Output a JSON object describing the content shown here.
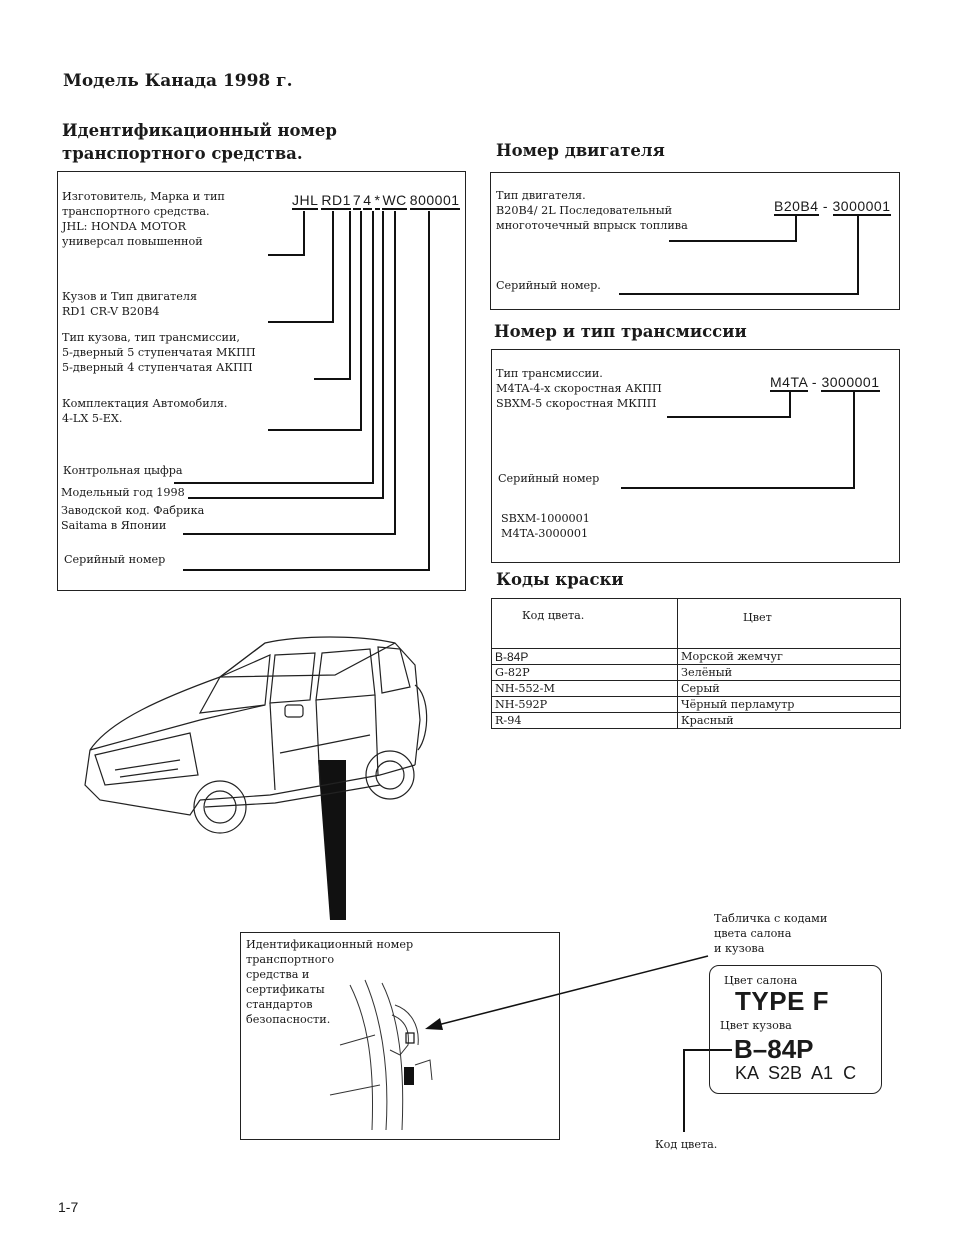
{
  "title": "Модель Канада 1998 г.",
  "vin": {
    "heading_line1": "Идентификационный номер",
    "heading_line2": "транспортного средства.",
    "code_parts": [
      "JHL",
      "RD1",
      "7",
      "4",
      "*",
      "WC",
      "800001"
    ],
    "labels": {
      "manufacturer": [
        "Изготовитель, Марка и тип",
        "транспортного средства.",
        "JHL: HONDA MOTOR",
        "универсал повышенной"
      ],
      "body_engine": [
        "Кузов и Тип двигателя",
        "RD1 CR-V B20B4"
      ],
      "body_trans": [
        "Тип кузова, тип трансмиссии,",
        "5-дверный 5 ступенчатая МКПП",
        "5-дверный 4 ступенчатая АКПП"
      ],
      "trim": [
        "Комплектация Автомобиля.",
        "4-LX 5-EX."
      ],
      "check_digit": "Контрольная цыфра",
      "model_year": "Модельный год 1998",
      "factory": [
        "Заводской код. Фабрика",
        "Saitama в Японии"
      ],
      "serial": "Серийный номер"
    }
  },
  "engine": {
    "heading": "Номер двигателя",
    "type_label": [
      "Тип двигателя.",
      "B20B4/ 2L Последовательный",
      "многоточечный впрыск топлива"
    ],
    "code_type": "B20B4",
    "code_sep": " - ",
    "code_serial": "3000001",
    "serial_label": "Серийный номер."
  },
  "transmission": {
    "heading": "Номер и тип трансмиссии",
    "type_label": [
      "Тип трансмиссии.",
      "M4TA-4-х скоростная АКПП",
      "SBXM-5 скоростная МКПП"
    ],
    "code_type": "M4TA",
    "code_sep": " - ",
    "code_serial": "3000001",
    "serial_label": "Серийный номер",
    "serials": [
      "SBXM-1000001",
      "M4TA-3000001"
    ]
  },
  "paint": {
    "heading": "Коды краски",
    "col_code": "Код цвета.",
    "col_color": "Цвет",
    "rows": [
      {
        "code": "B-84P",
        "color": "Морской жемчуг"
      },
      {
        "code": "G-82P",
        "color": "Зелёный"
      },
      {
        "code": "NH-552-M",
        "color": "Серый"
      },
      {
        "code": "NH-592P",
        "color": "Чёрный перламутр"
      },
      {
        "code": "R-94",
        "color": "Красный"
      }
    ]
  },
  "detail": {
    "label": [
      "Идентификационный номер",
      "транспортного",
      "средства и",
      "сертификаты",
      "стандартов",
      "безопасности."
    ]
  },
  "plate": {
    "caption": [
      "Табличка с кодами",
      "цвета салона",
      "и кузова"
    ],
    "interior_label": "Цвет салона",
    "interior_code": "TYPE F",
    "body_label": "Цвет кузова",
    "body_code": "B–84P",
    "extra_code": "KA  S2B  A1  C",
    "color_code_label": "Код цвета."
  },
  "page_number": "1-7"
}
